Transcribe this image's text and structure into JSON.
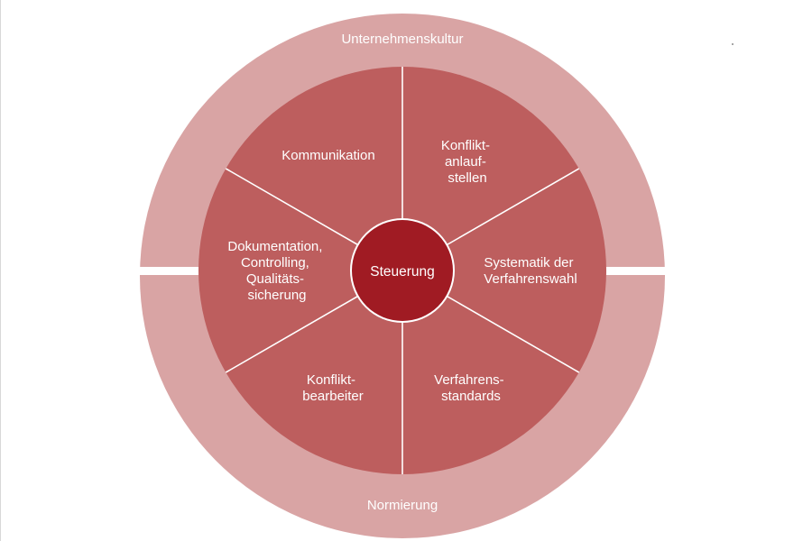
{
  "diagram": {
    "outer_ring": {
      "top_label": "Unternehmenskultur",
      "bottom_label": "Normierung"
    },
    "center": {
      "label": "Steuerung"
    },
    "segments": [
      {
        "id": "kommunikation",
        "lines": [
          "Kommunikation"
        ]
      },
      {
        "id": "konfliktanlaufstellen",
        "lines": [
          "Konflikt-",
          "anlauf-",
          "stellen"
        ]
      },
      {
        "id": "systematik",
        "lines": [
          "Systematik der",
          "Verfahrenswahl"
        ]
      },
      {
        "id": "verfahrensstandards",
        "lines": [
          "Verfahrens-",
          "standards"
        ]
      },
      {
        "id": "konfliktbearbeiter",
        "lines": [
          "Konflikt-",
          "bearbeiter"
        ]
      },
      {
        "id": "dokumentation",
        "lines": [
          "Dokumentation,",
          "Controlling,",
          "Qualitäts-",
          "sicherung"
        ]
      }
    ]
  },
  "colors": {
    "outer_ring": "#d9a4a4",
    "segments": "#bd5e5e",
    "center": "#a01b23",
    "dividers": "#ffffff",
    "text": "#ffffff"
  }
}
